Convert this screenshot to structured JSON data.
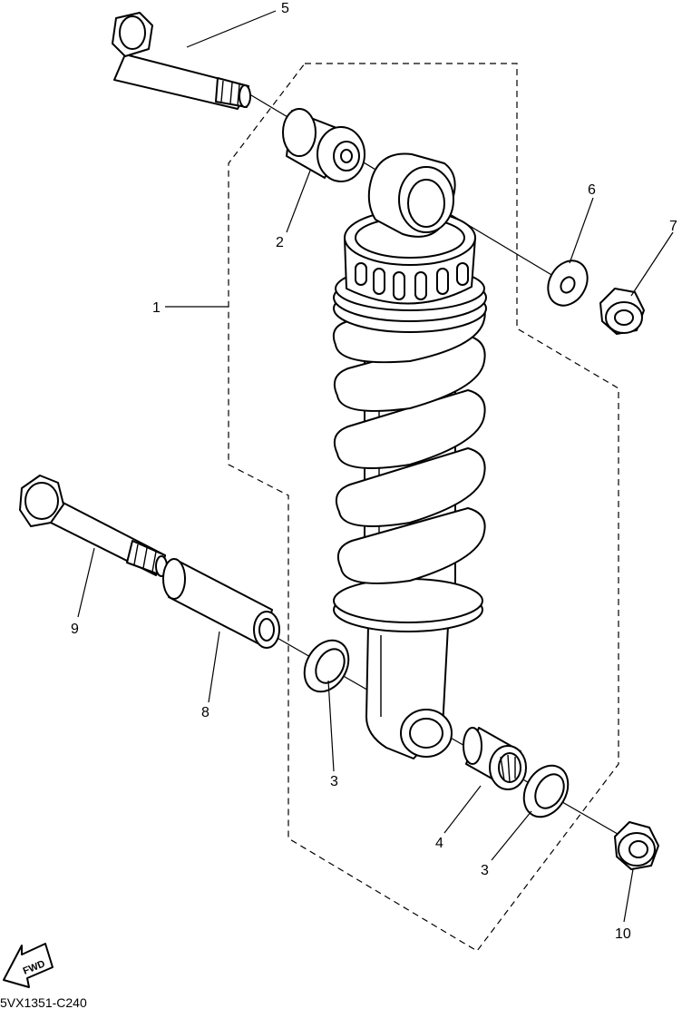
{
  "diagram": {
    "drawing_code": "5VX1351-C240",
    "direction_badge": "FWD",
    "callouts": [
      {
        "id": "1",
        "label": "1"
      },
      {
        "id": "2",
        "label": "2"
      },
      {
        "id": "3a",
        "label": "3"
      },
      {
        "id": "3b",
        "label": "3"
      },
      {
        "id": "4",
        "label": "4"
      },
      {
        "id": "5",
        "label": "5"
      },
      {
        "id": "6",
        "label": "6"
      },
      {
        "id": "7",
        "label": "7"
      },
      {
        "id": "8",
        "label": "8"
      },
      {
        "id": "9",
        "label": "9"
      },
      {
        "id": "10",
        "label": "10"
      }
    ]
  }
}
